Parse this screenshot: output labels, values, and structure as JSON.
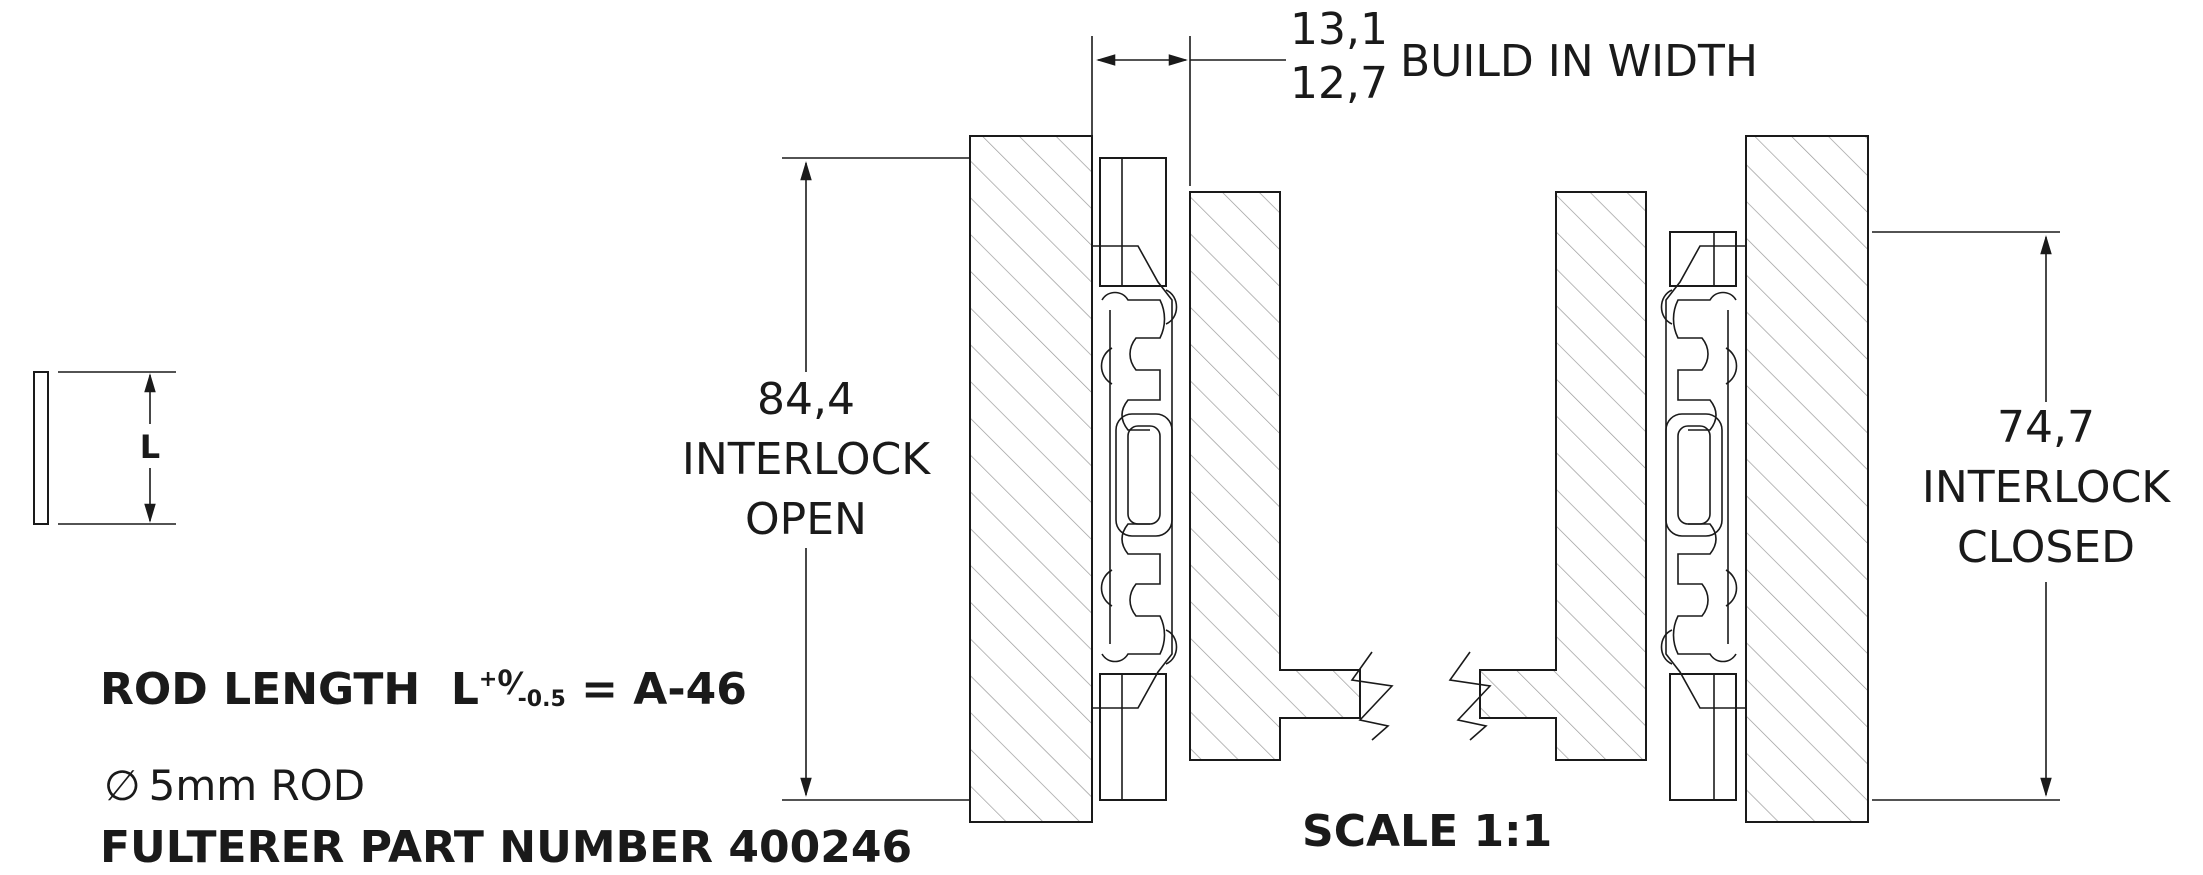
{
  "dimensions": {
    "build_width_upper": "13,1",
    "build_width_lower": "12,7",
    "build_width_label": "BUILD IN WIDTH",
    "open_value": "84,4",
    "open_line1": "INTERLOCK",
    "open_line2": "OPEN",
    "closed_value": "74,7",
    "closed_line1": "INTERLOCK",
    "closed_line2": "CLOSED"
  },
  "rod": {
    "length_symbol": "L",
    "formula_prefix": "ROD LENGTH  L",
    "tol_plus": "+0",
    "tol_slash": "⁄",
    "tol_minus": "-0.5",
    "formula_suffix": " = A-46",
    "diameter_symbol": "∅",
    "diameter_text": "5mm ROD",
    "part_number": "FULTERER PART NUMBER 400246"
  },
  "scale": "SCALE 1:1"
}
